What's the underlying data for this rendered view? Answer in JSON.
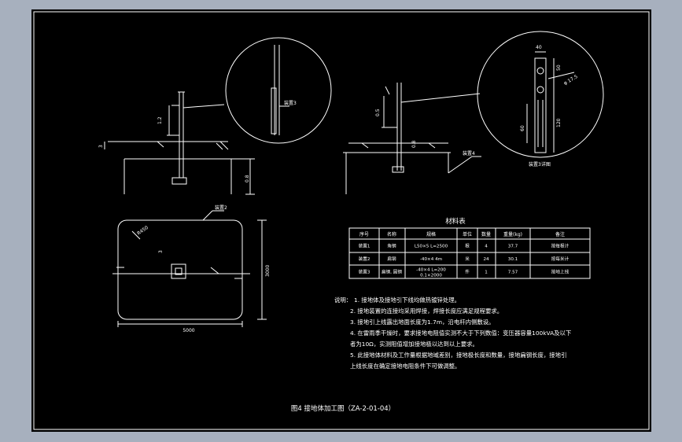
{
  "drawing": {
    "title": "图4 接地体加工图（ZA-2-01-04）",
    "detail_label_left": "装置3",
    "detail_label_right": "装置3详图",
    "callout_right": "装置4",
    "callout_plan": "装置2",
    "callout_plan_corner": "R450",
    "dim_label_a": "3",
    "dim_height_left": "1.2",
    "dim_depth_left": "0.8",
    "dim_plan_width": "5000",
    "dim_plan_height": "3000",
    "dim_plan_small": "3",
    "dim_right_depth": "0.8",
    "dim_right_a": "0.5",
    "dim_detail_top": "40",
    "dim_detail_a": "50",
    "dim_detail_b": "120",
    "dim_detail_c": "60",
    "dim_detail_d": "φ 17.5"
  },
  "material_table": {
    "title": "材料表",
    "headers": [
      "序号",
      "名称",
      "规格",
      "单位",
      "数量",
      "重量(kg)",
      "备注"
    ],
    "rows": [
      [
        "装置1",
        "角钢",
        "L50×5  L=2500",
        "根",
        "4",
        "37.7",
        "按每根计"
      ],
      [
        "装置2",
        "扁钢",
        "-40×4  4m",
        "米",
        "24",
        "30.1",
        "按每米计"
      ],
      [
        "装置3",
        "扁钢, 圆钢",
        "-40×4  L=200\n0.1×2000",
        "件",
        "1",
        "7.57",
        "按地上线"
      ]
    ]
  },
  "notes": {
    "prefix": "说明：",
    "items": [
      "1. 接地体及接地引下线均做热镀锌处理。",
      "2. 接地装置的连接均采用焊接，焊接长度应满足规程要求。",
      "3. 接地引上线露出地面长度为1.7m，沿电杆内侧敷设。",
      "4. 在雷雨季干燥时，要求接地电阻值实测不大于下列数值：变压器容量100kVA及以下",
      "   者为10Ω，实测阻值增加接地极以达到以上要求。",
      "5. 此接地体材料及工作量根据地域差别，接地极长度和数量，接地扁钢长度，接地引",
      "   上线长度在确定接地电阻条件下可做调整。"
    ]
  }
}
